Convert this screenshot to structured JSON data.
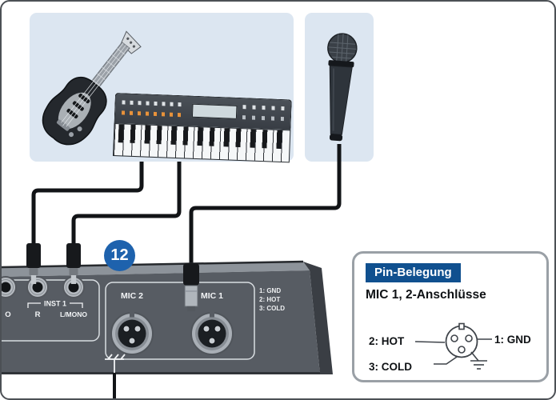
{
  "colors": {
    "accent_blue": "#1e62ad",
    "header_blue": "#10508f",
    "panel_gray": "#575c63",
    "box_fill": "#dce6f1",
    "cable_black": "#121417"
  },
  "step_badge": {
    "number": "12"
  },
  "instrument_box": {
    "icons": [
      "electric-guitar",
      "synthesizer-keyboard"
    ]
  },
  "mic_box": {
    "icon": "dynamic-microphone"
  },
  "device_panel": {
    "inst_section": {
      "edge_label": "O",
      "group_label": "INST 1",
      "jack_r_label": "R",
      "jack_l_label": "L/MONO"
    },
    "mic_section": {
      "mic2_label": "MIC 2",
      "mic1_label": "MIC 1",
      "pin_legend": [
        "1: GND",
        "2: HOT",
        "3: COLD"
      ]
    },
    "ground_icon": "earth-ground-symbol"
  },
  "info_panel": {
    "header": "Pin-Belegung",
    "title": "MIC 1, 2-Anschlüsse",
    "pin2_label": "2: HOT",
    "pin1_label": "1: GND",
    "pin3_label": "3: COLD"
  }
}
